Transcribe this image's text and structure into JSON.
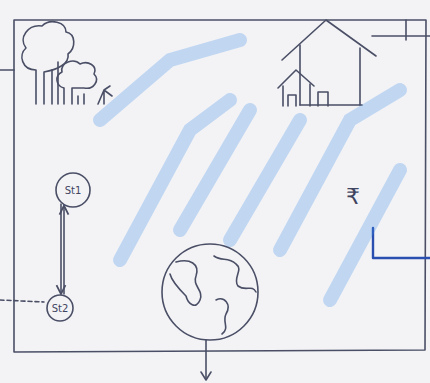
{
  "diagram": {
    "nodes": [
      {
        "text": [
          "St1"
        ]
      },
      {
        "text": [
          "St2"
        ]
      }
    ],
    "edges": [
      {
        "from": 0,
        "to": 1,
        "arrow": "to"
      },
      {
        "from": 1,
        "to": 0,
        "arrow": "to"
      }
    ],
    "labels": [
      "₹"
    ]
  }
}
